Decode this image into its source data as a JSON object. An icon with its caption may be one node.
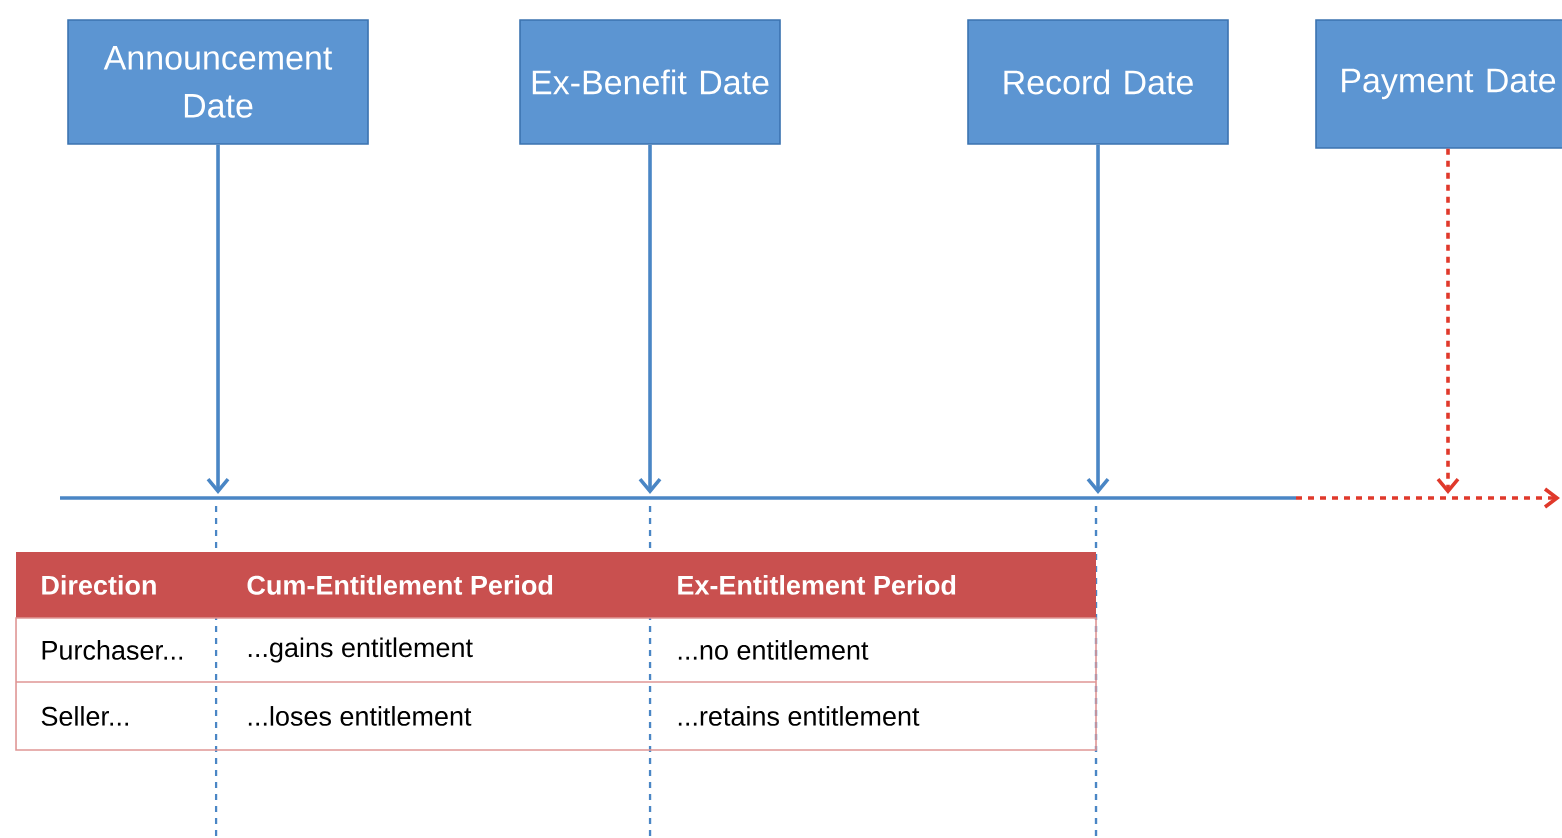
{
  "diagram": {
    "nodes": [
      {
        "text": [
          "Announcement Date"
        ]
      },
      {
        "text": [
          "Ex-Benefit Date"
        ]
      },
      {
        "text": [
          "Record Date"
        ]
      },
      {
        "text": [
          "Payment Date"
        ]
      }
    ],
    "edges": [
      {
        "from": 0,
        "to": null,
        "arrow": "to"
      },
      {
        "from": 1,
        "to": null,
        "arrow": "to"
      },
      {
        "from": 2,
        "to": null,
        "arrow": "to"
      },
      {
        "from": 3,
        "to": null,
        "arrow": "to",
        "style": "dashed",
        "color": "#e0392b"
      }
    ],
    "labels": [
      "Direction",
      "Cum-Entitlement Period",
      "Ex-Entitlement Period",
      "Purchaser...",
      "...gains entitlement",
      "...no entitlement",
      "Seller...",
      "...loses entitlement",
      "...retains entitlement"
    ]
  }
}
